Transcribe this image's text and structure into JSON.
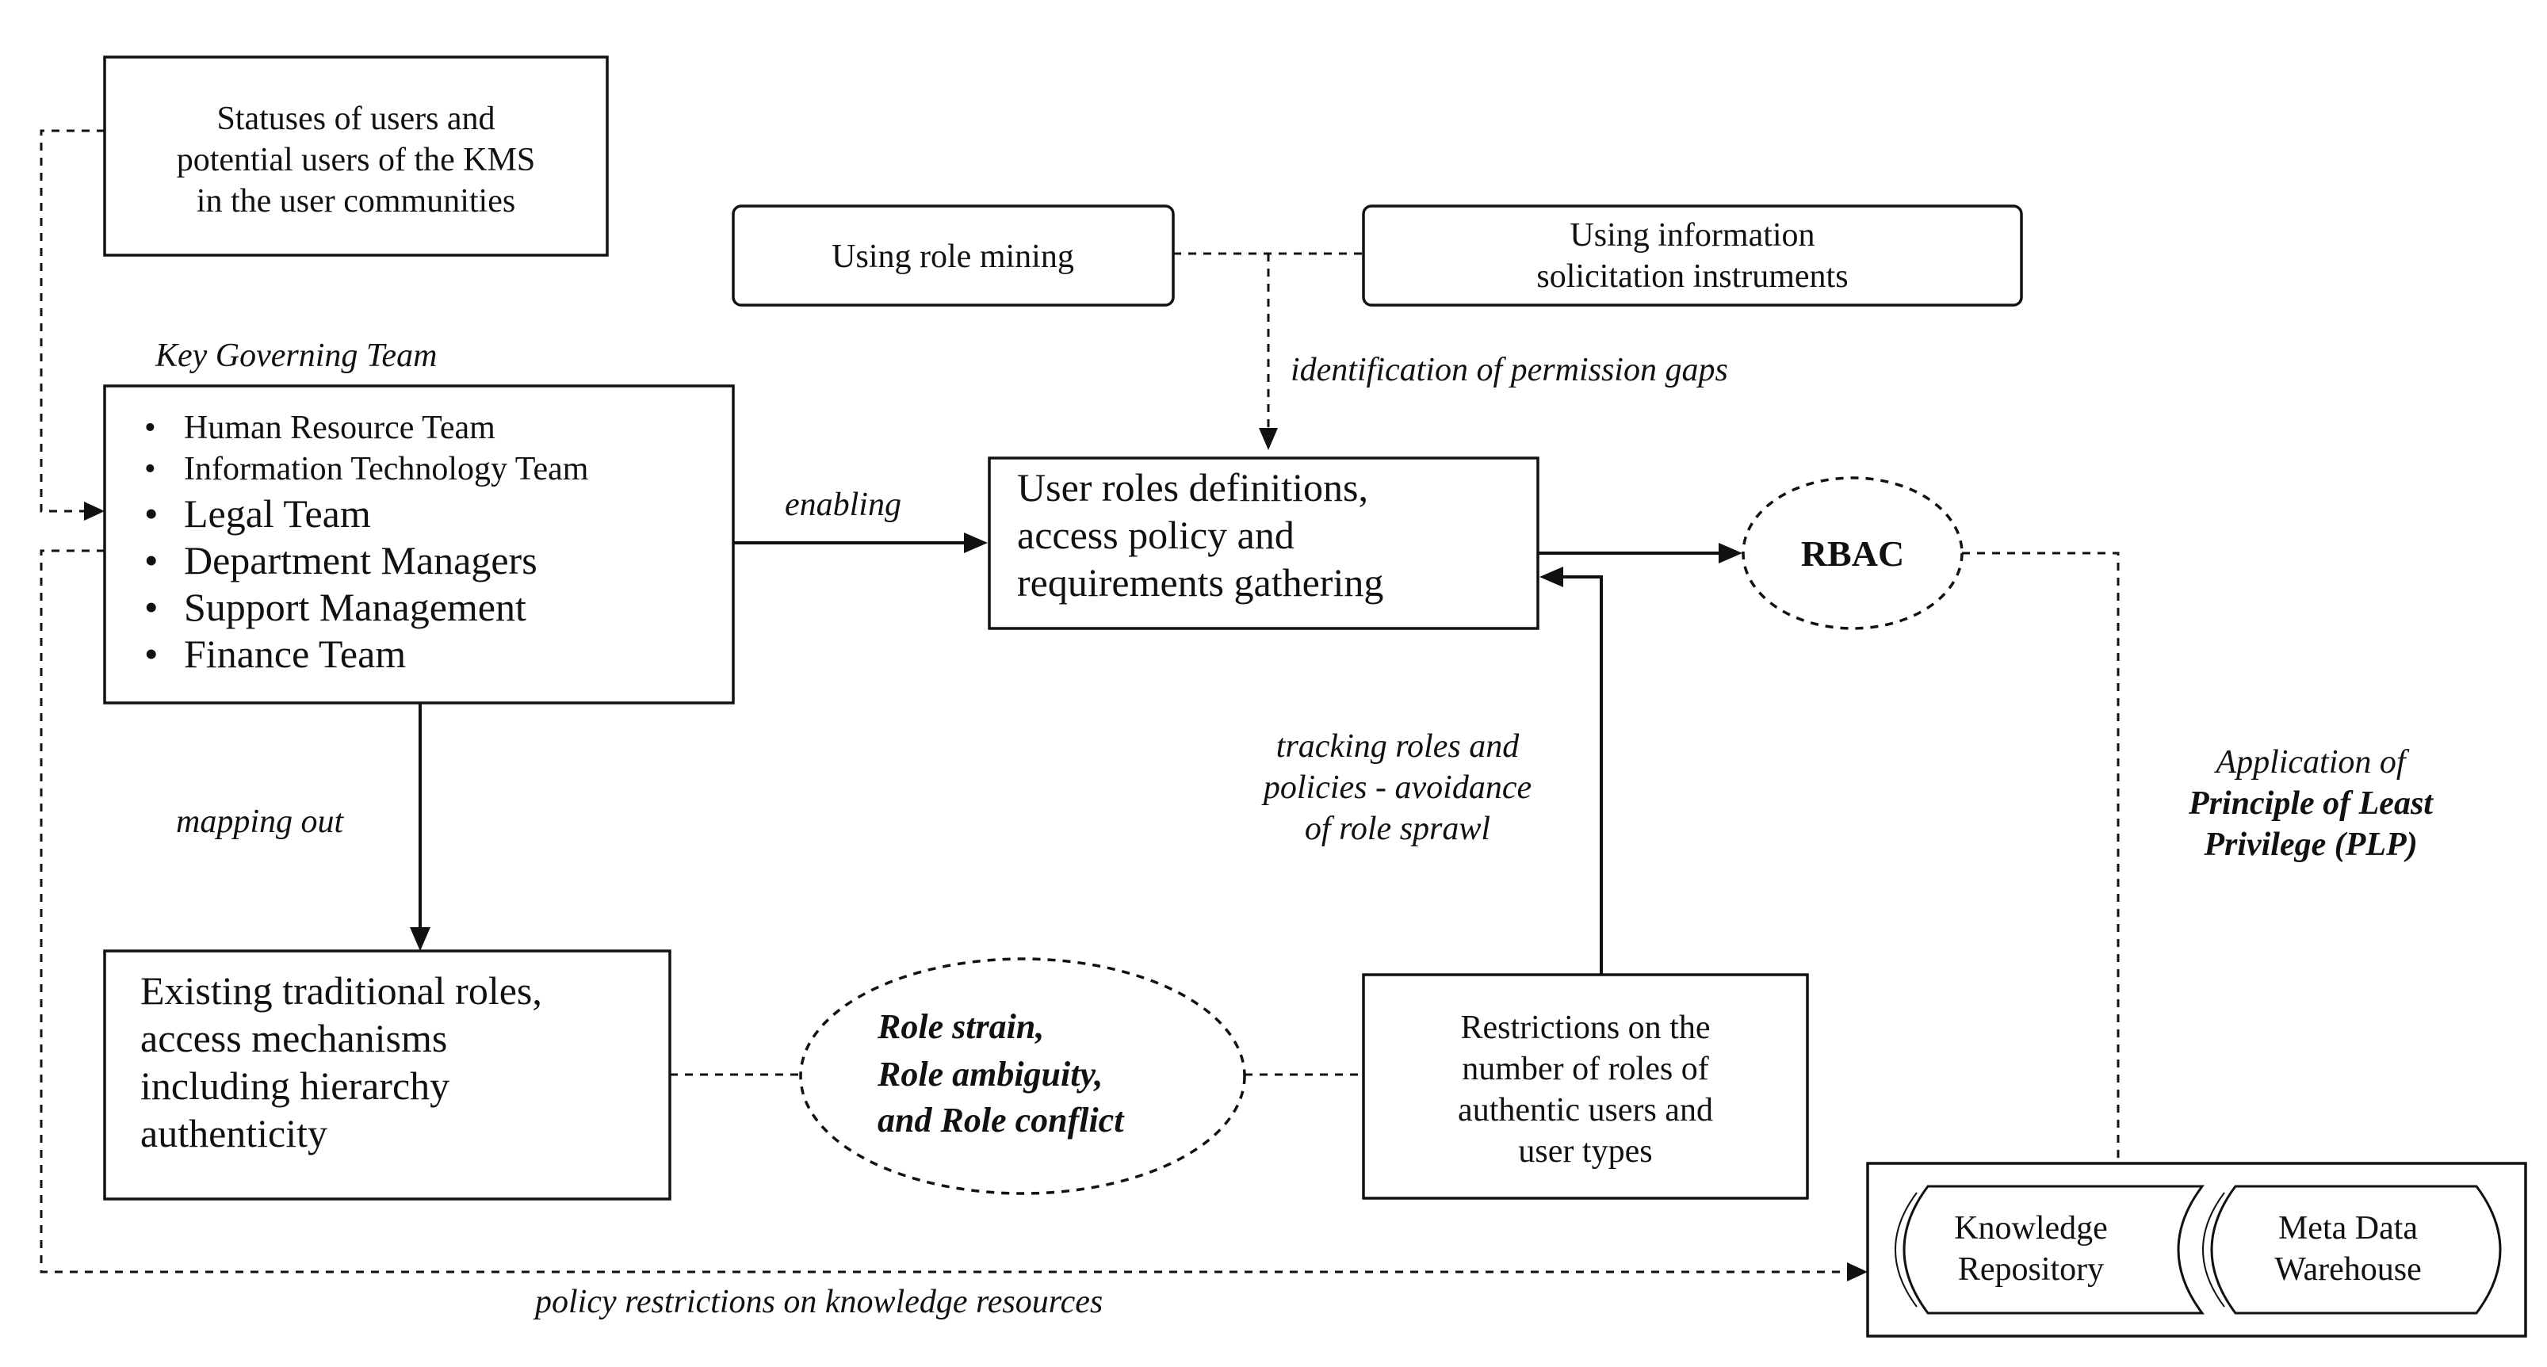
{
  "diagram": {
    "statuses_box": [
      "Statuses of users and",
      "potential users of the KMS",
      "in the user communities"
    ],
    "role_mining_box": "Using role mining",
    "info_solicitation_box": [
      "Using information",
      "solicitation instruments"
    ],
    "identification_label": "identification of permission gaps",
    "key_governing_label": "Key Governing Team",
    "governing_team_small": [
      "Human Resource Team",
      "Information Technology Team"
    ],
    "governing_team_large": [
      "Legal Team",
      "Department Managers",
      "Support Management",
      "Finance Team"
    ],
    "enabling_label": "enabling",
    "user_roles_box": [
      "User roles definitions,",
      "access policy and",
      "requirements gathering"
    ],
    "rbac_label": "RBAC",
    "tracking_label": [
      "tracking roles and",
      "policies - avoidance",
      "of role sprawl"
    ],
    "plp_label_line1": "Application of",
    "plp_label_bold": [
      "Principle of Least",
      "Privilege (PLP)"
    ],
    "mapping_out_label": "mapping out",
    "existing_roles_box": [
      "Existing traditional roles,",
      "access mechanisms",
      "including hierarchy",
      "authenticity"
    ],
    "role_conflicts": [
      "Role strain,",
      "Role ambiguity,",
      "and Role conflict"
    ],
    "restrictions_box": [
      "Restrictions on the",
      "number of roles of",
      "authentic users and",
      "user types"
    ],
    "knowledge_repository": [
      "Knowledge",
      "Repository"
    ],
    "meta_data_warehouse": [
      "Meta Data",
      "Warehouse"
    ],
    "policy_restrictions_label": "policy restrictions on knowledge resources"
  }
}
